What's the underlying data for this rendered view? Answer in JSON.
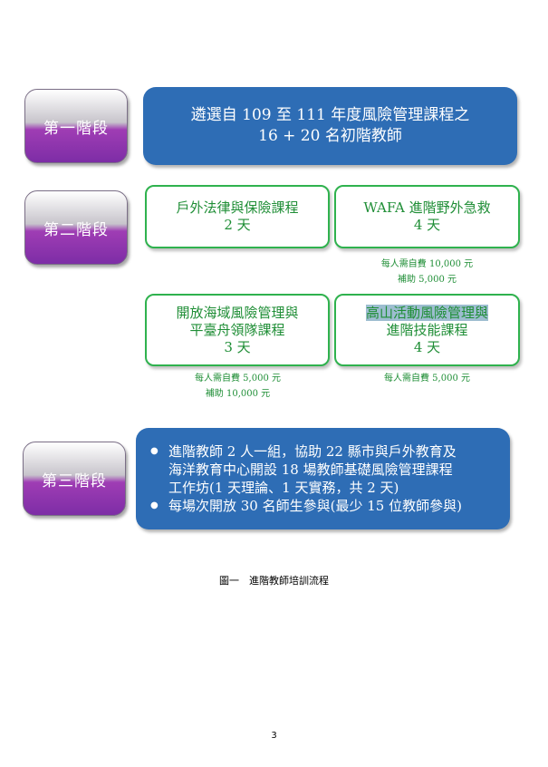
{
  "stages": {
    "s1": "第一階段",
    "s2": "第二階段",
    "s3": "第三階段"
  },
  "stage1": {
    "line1": "遴選自 109 至 111 年度風險管理課程之",
    "line2": "16 + 20 名初階教師"
  },
  "stage2": {
    "box1": {
      "title": "戶外法律與保險課程",
      "days": "2 天"
    },
    "box2": {
      "title": "WAFA 進階野外急救",
      "days": "4 天"
    },
    "box2_note1": "每人需自費 10,000 元",
    "box2_note2": "補助 5,000 元",
    "box3": {
      "title_line1": "開放海域風險管理與",
      "title_line2": "平臺舟領隊課程",
      "days": "3 天"
    },
    "box3_note1": "每人需自費 5,000 元",
    "box3_note2": "補助 10,000 元",
    "box4": {
      "title_hl": "高山活動風險管理",
      "title_hl_end": "與",
      "title_line2": "進階技能課程",
      "days": "4 天"
    },
    "box4_note1": "每人需自費 5,000 元"
  },
  "stage3": {
    "bullet1_line1": "進階教師 2 人一組，協助 22 縣市與戶外教育及",
    "bullet1_line2": "海洋教育中心開設 18 場教師基礎風險管理課程",
    "bullet1_line3": "工作坊(1 天理論、1 天實務，共 2 天)",
    "bullet2": "每場次開放 30 名師生參與(最少 15 位教師參與)"
  },
  "caption": "圖一　進階教師培訓流程",
  "page_number": "3",
  "colors": {
    "blue_box": "#2e6db5",
    "green_border": "#2fb24e",
    "green_text": "#1f8e36",
    "stage_purple": "#7d2da6"
  }
}
